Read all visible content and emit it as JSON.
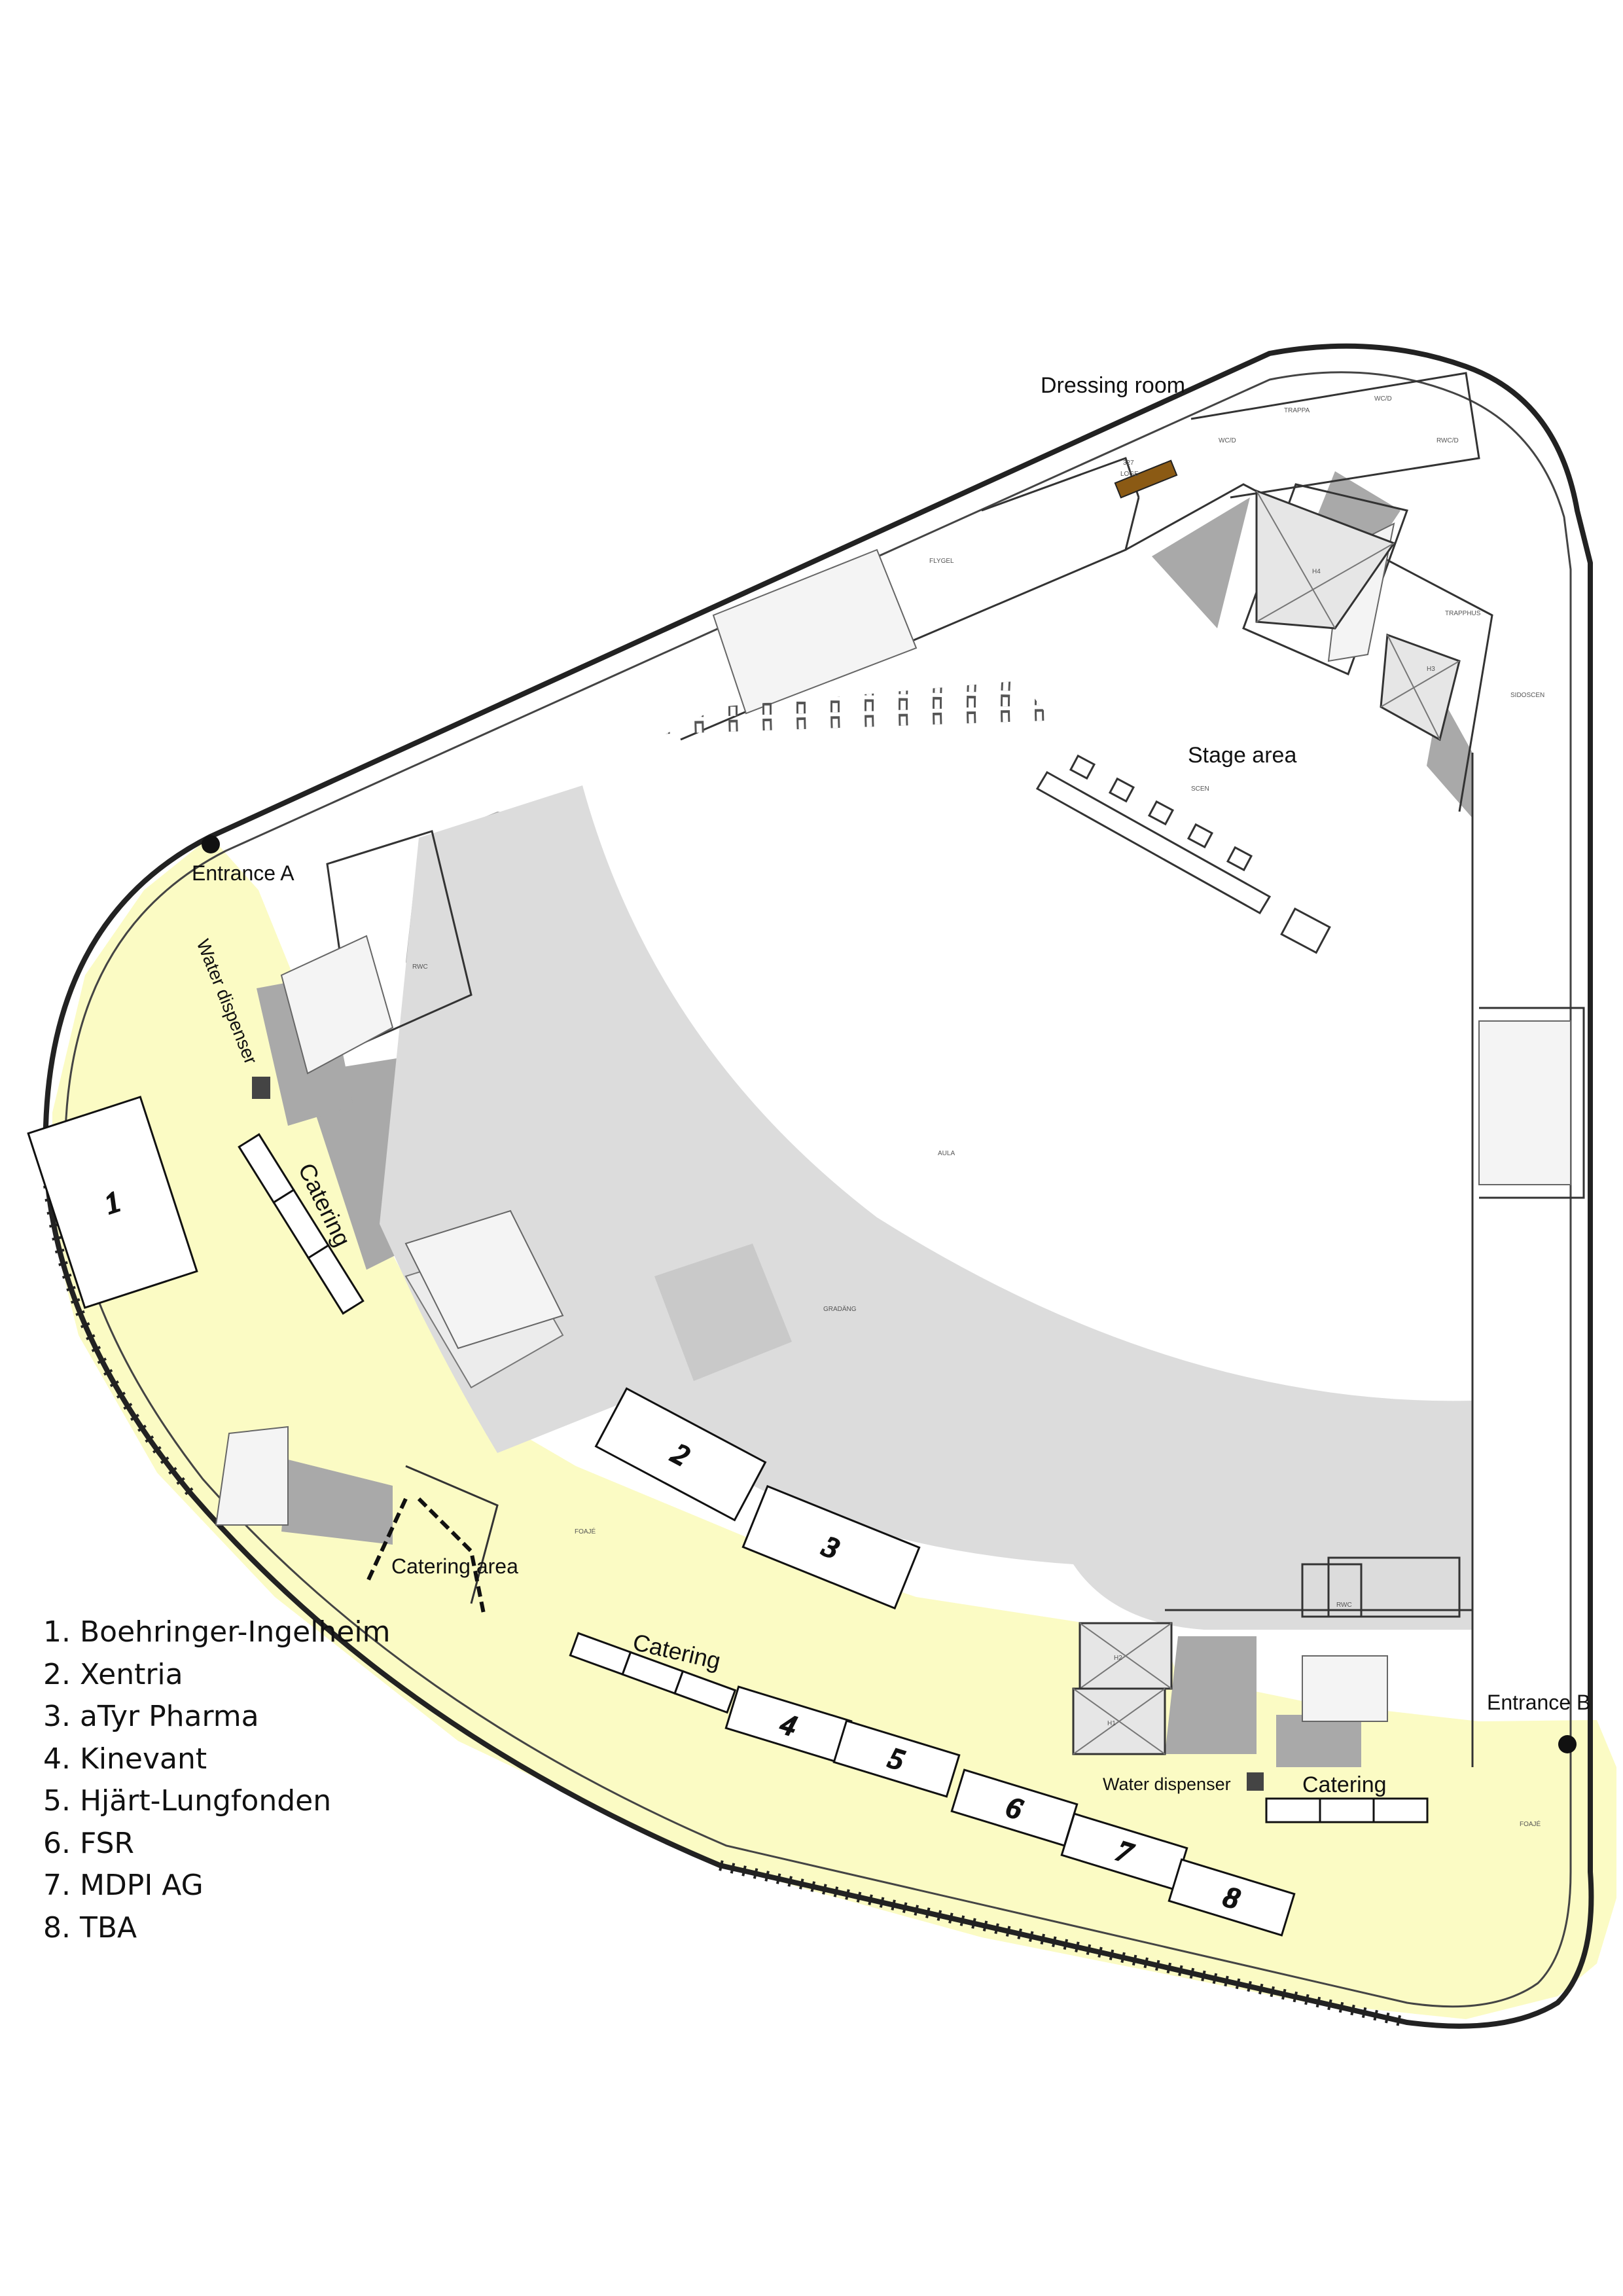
{
  "colors": {
    "foyer": "#fbfbc4",
    "grey_block": "#a9a9a9",
    "gradang": "#dcdcdc",
    "wall": "#222222",
    "dressing_bench": "#8b5a14",
    "dispenser": "#444444"
  },
  "area_labels": {
    "dressing_room": "Dressing room",
    "stage_area": "Stage area",
    "entrance_a": "Entrance A",
    "entrance_b": "Entrance B",
    "water_dispenser_a": "Water dispenser",
    "water_dispenser_b": "Water dispenser",
    "catering_west": "Catering",
    "catering_south": "Catering",
    "catering_east": "Catering",
    "catering_area": "Catering area"
  },
  "room_codes": {
    "flygel": "FLYGEL",
    "trappa": "TRAPPA",
    "wcd_1": "WC/D",
    "wcd_2": "WC/D",
    "rwcd": "RWC/D",
    "loge_num": "327",
    "loge": "LOGE",
    "trapphus": "TRAPPHUS",
    "h4": "H4",
    "h3": "H3",
    "h2": "H2",
    "h1": "H1",
    "sidoscen": "SIDOSCEN",
    "scen": "SCEN",
    "aula": "AULA",
    "gradang": "GRADÄNG",
    "foaje_1": "FOAJÉ",
    "foaje_2": "FOAJÉ",
    "rwc_1": "RWC",
    "rwc_2": "RWC"
  },
  "booths": [
    {
      "number": "1"
    },
    {
      "number": "2"
    },
    {
      "number": "3"
    },
    {
      "number": "4"
    },
    {
      "number": "5"
    },
    {
      "number": "6"
    },
    {
      "number": "7"
    },
    {
      "number": "8"
    }
  ],
  "legend": [
    "1. Boehringer-Ingelheim",
    "2. Xentria",
    "3. aTyr Pharma",
    "4. Kinevant",
    "5. Hjärt-Lungfonden",
    "6. FSR",
    "7. MDPI AG",
    "8. TBA"
  ]
}
